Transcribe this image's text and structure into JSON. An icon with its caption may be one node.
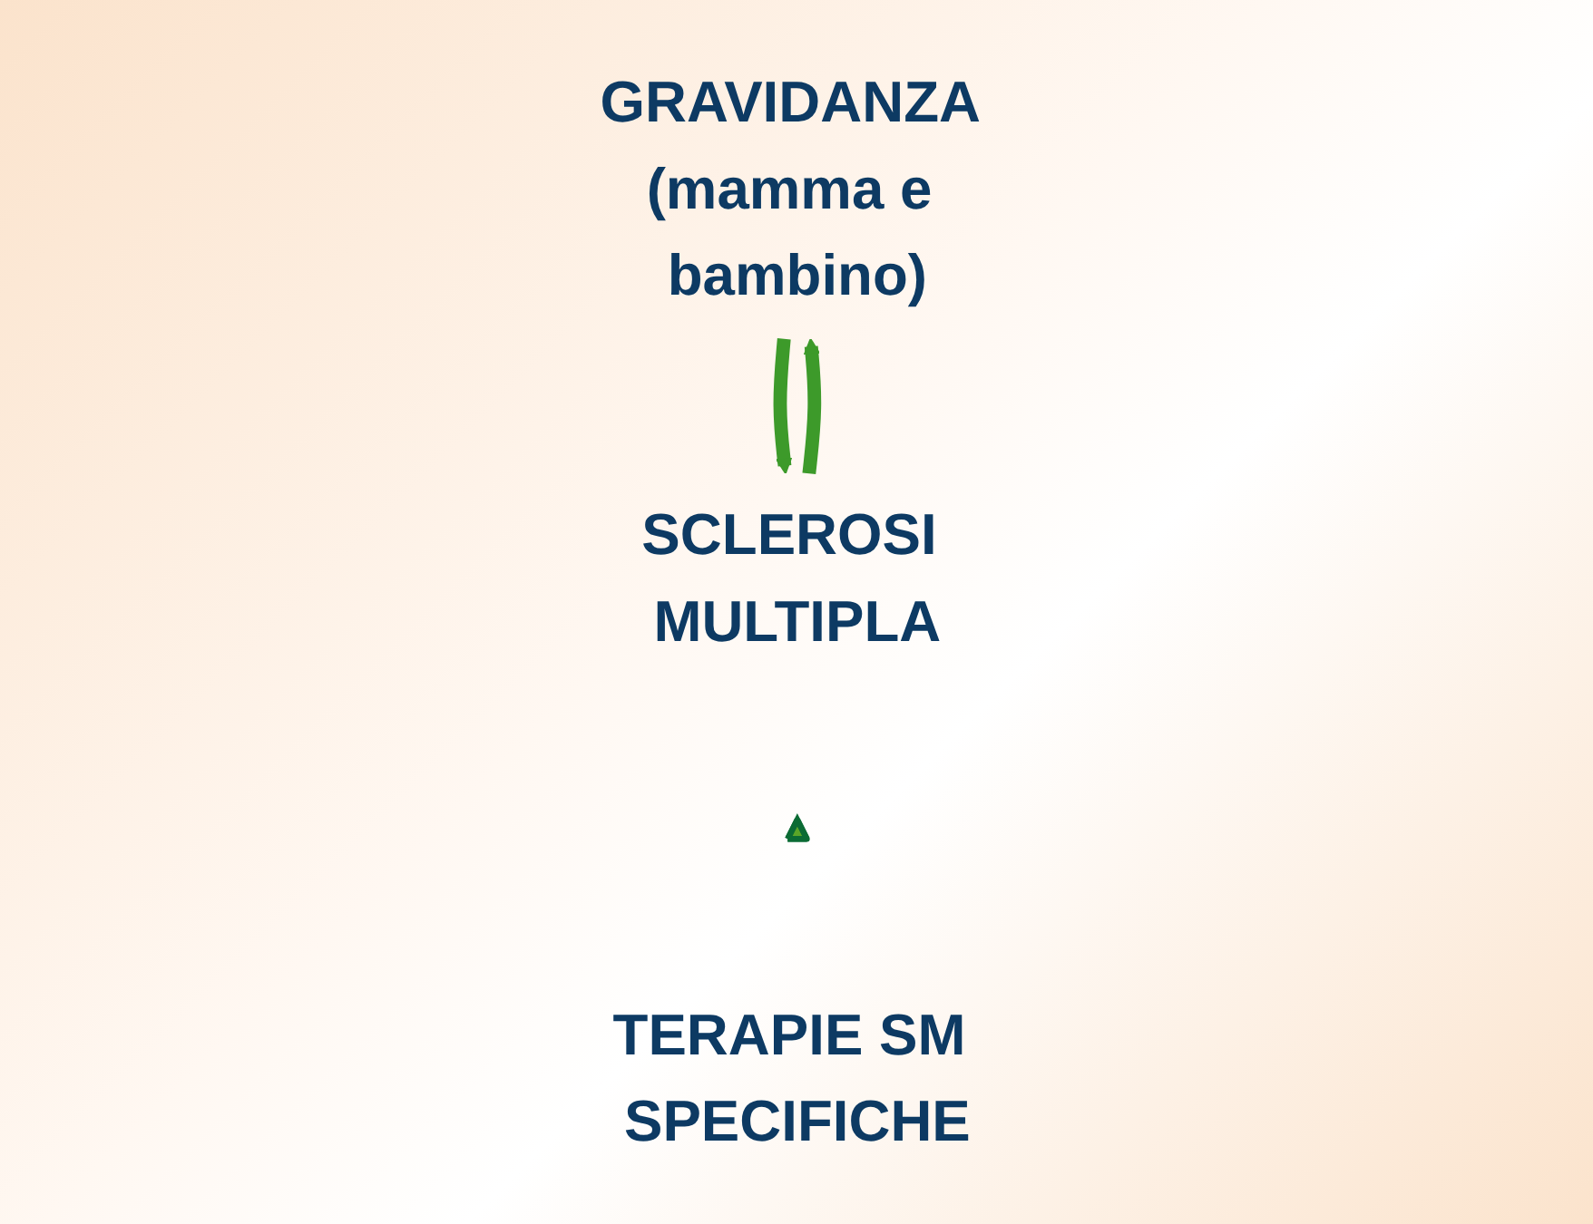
{
  "diagram": {
    "nodes": [
      {
        "text": [
          "GRAVIDANZA (mamma e bambino)"
        ]
      },
      {
        "text": [
          "SCLEROSI MULTIPLA"
        ]
      },
      {
        "text": [],
        "shape": "triangle"
      },
      {
        "text": [
          "TERAPIE SM SPECIFICHE"
        ]
      }
    ],
    "edges": [
      {
        "from": 1,
        "to": 0,
        "arrow": "to"
      },
      {
        "from": 0,
        "to": 1,
        "arrow": "to"
      }
    ]
  }
}
